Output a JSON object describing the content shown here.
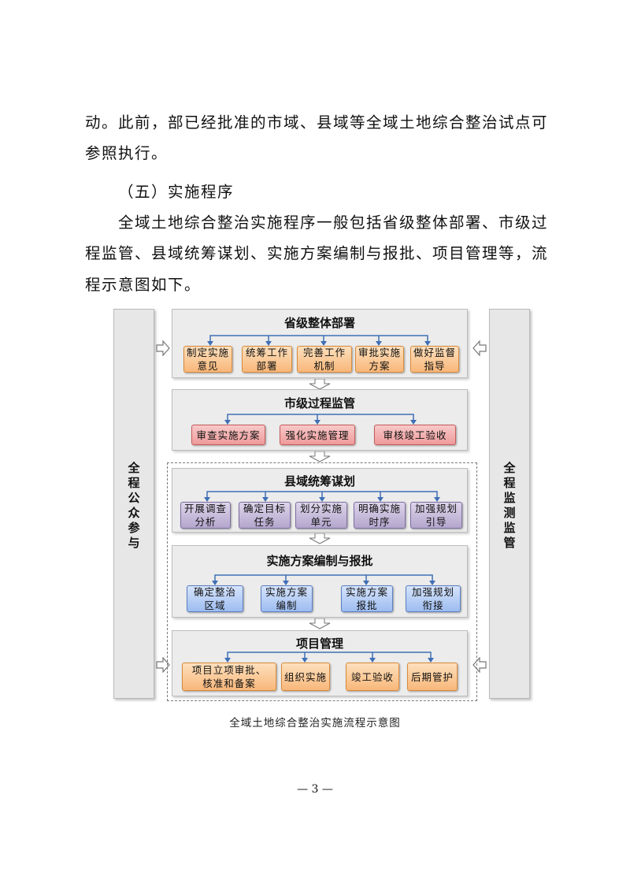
{
  "paragraphs": [
    "动。此前，部已经批准的市域、县域等全域土地综合整治试点可",
    "参照执行。",
    "（五）实施程序",
    "全域土地综合整治实施程序一般包括省级整体部署、市级过",
    "程监管、县域统筹谋划、实施方案编制与报批、项目管理等，流",
    "程示意图如下。"
  ],
  "diagram": {
    "left_label": "全程公众参与",
    "right_label": "全程监测监管",
    "sections": [
      {
        "title": "省级整体部署",
        "items": [
          "制定实施\n意见",
          "统筹工作\n部署",
          "完善工作\n机制",
          "审批实施\n方案",
          "做好监督\n指导"
        ]
      },
      {
        "title": "市级过程监管",
        "items": [
          "审查实施方案",
          "强化实施管理",
          "审核竣工验收"
        ]
      },
      {
        "title": "县域统筹谋划",
        "items": [
          "开展调查\n分析",
          "确定目标\n任务",
          "划分实施\n单元",
          "明确实施\n时序",
          "加强规划\n引导"
        ]
      },
      {
        "title": "实施方案编制与报批",
        "items": [
          "确定整治\n区域",
          "实施方案\n编制",
          "实施方案\n报批",
          "加强规划\n衔接"
        ]
      },
      {
        "title": "项目管理",
        "items": [
          "项目立项审批、\n核准和备案",
          "组织实施",
          "竣工验收",
          "后期管护"
        ]
      }
    ],
    "colors": {
      "orange": "#f8b77a",
      "red": "#ee9a9a",
      "purple": "#b4a6cd",
      "blue": "#9dbcf0",
      "connector": "#3f6fb5"
    }
  },
  "caption": "全域土地综合整治实施流程示意图",
  "page_number": "— 3 —"
}
